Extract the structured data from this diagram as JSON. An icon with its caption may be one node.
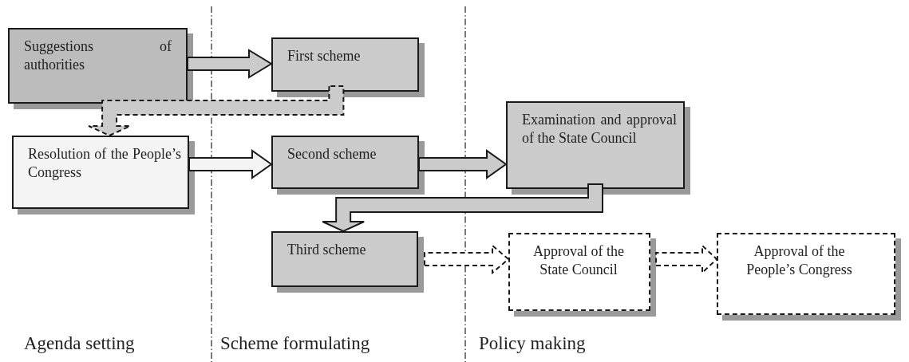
{
  "diagram": {
    "nodes": [
      {
        "text": [
          "Suggestions of authorities"
        ]
      },
      {
        "text": [
          "First scheme"
        ]
      },
      {
        "text": [
          "Resolution of the People’s Congress"
        ]
      },
      {
        "text": [
          "Second scheme"
        ]
      },
      {
        "text": [
          "Examination and approval of the State Council"
        ]
      },
      {
        "text": [
          "Third scheme"
        ]
      },
      {
        "text": [
          "Approval of the State Council"
        ]
      },
      {
        "text": [
          "Approval of the People’s Congress"
        ]
      }
    ],
    "edges": [
      {
        "from": 0,
        "to": 1,
        "arrow": "to"
      },
      {
        "from": 1,
        "to": 2,
        "arrow": "to",
        "style": "dashed"
      },
      {
        "from": 2,
        "to": 3,
        "arrow": "to",
        "color": "#f4f4f4"
      },
      {
        "from": 3,
        "to": 4,
        "arrow": "to"
      },
      {
        "from": 4,
        "to": 5,
        "arrow": "to"
      },
      {
        "from": 5,
        "to": 6,
        "arrow": "to",
        "style": "dashed",
        "color": "#ffffff"
      },
      {
        "from": 6,
        "to": 7,
        "arrow": "to",
        "style": "dashed",
        "color": "#ffffff"
      }
    ],
    "labels": [
      "Agenda setting",
      "Scheme formulating",
      "Policy making"
    ]
  }
}
